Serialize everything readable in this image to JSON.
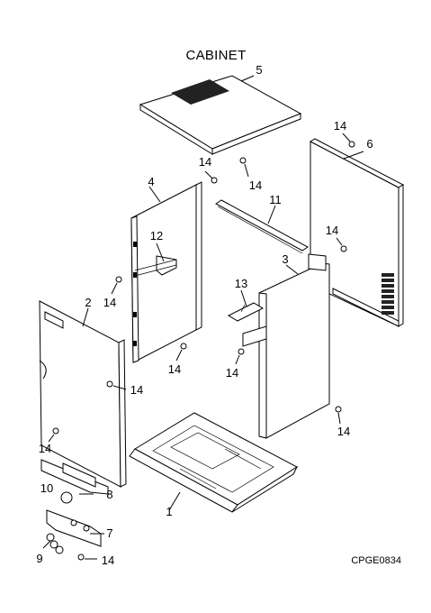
{
  "title": "CABINET",
  "drawing_code": "CPGE0834",
  "callouts": [
    "1",
    "2",
    "3",
    "4",
    "5",
    "6",
    "7",
    "8",
    "9",
    "10",
    "11",
    "12",
    "13",
    "14"
  ]
}
